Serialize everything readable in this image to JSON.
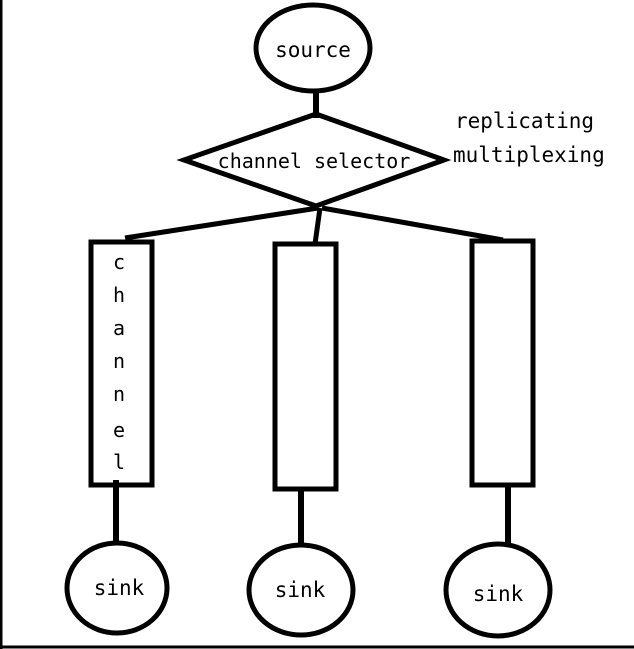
{
  "diagram": {
    "source": {
      "label": "source"
    },
    "selector": {
      "label": "channel selector",
      "modes": [
        "replicating",
        "multiplexing"
      ]
    },
    "channels": [
      {
        "label": "channel",
        "letters": [
          "c",
          "h",
          "a",
          "n",
          "n",
          "e",
          "l"
        ]
      },
      {
        "label": ""
      },
      {
        "label": ""
      }
    ],
    "sinks": [
      {
        "label": "sink"
      },
      {
        "label": "sink"
      },
      {
        "label": "sink"
      }
    ],
    "colors": {
      "stroke": "#000000",
      "background": "#ffffff"
    }
  }
}
